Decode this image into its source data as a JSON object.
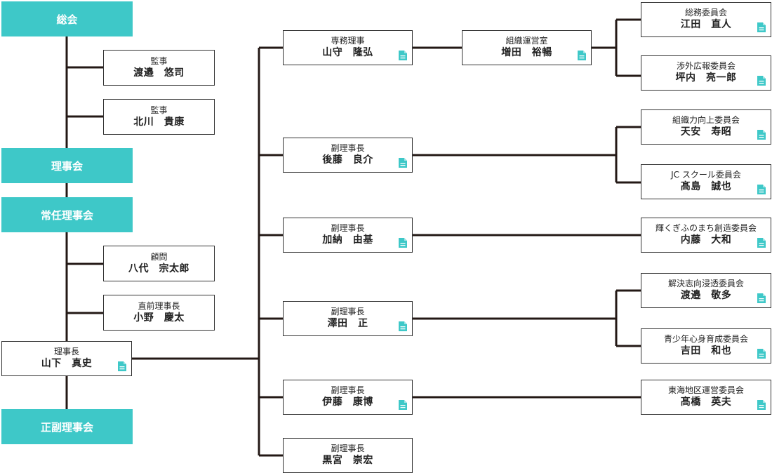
{
  "colors": {
    "accent": "#3ec8c8",
    "line": "#231815"
  },
  "meetings": {
    "soukai": "総会",
    "rijikai": "理事会",
    "jonin": "常任理事会",
    "seifuku": "正副理事会"
  },
  "left": {
    "kanji1": {
      "role": "監事",
      "name": "渡邉　悠司"
    },
    "kanji2": {
      "role": "監事",
      "name": "北川　貴康"
    },
    "komon": {
      "role": "顧問",
      "name": "八代　宗太郎"
    },
    "chokuzen": {
      "role": "直前理事長",
      "name": "小野　慶太"
    },
    "rijicho": {
      "role": "理事長",
      "name": "山下　真史"
    }
  },
  "middle": {
    "senmu": {
      "role": "専務理事",
      "name": "山守　隆弘"
    },
    "fuku1": {
      "role": "副理事長",
      "name": "後藤　良介"
    },
    "fuku2": {
      "role": "副理事長",
      "name": "加納　由基"
    },
    "fuku3": {
      "role": "副理事長",
      "name": "澤田　正"
    },
    "fuku4": {
      "role": "副理事長",
      "name": "伊藤　康博"
    },
    "fuku5": {
      "role": "副理事長",
      "name": "黒宮　崇宏"
    }
  },
  "office": {
    "role": "組織運営室",
    "name": "増田　裕暢"
  },
  "committees": {
    "c1": {
      "role": "総務委員会",
      "name": "江田　直人"
    },
    "c2": {
      "role": "渉外広報委員会",
      "name": "坪内　亮一郎"
    },
    "c3": {
      "role": "組織力向上委員会",
      "name": "天安　寿昭"
    },
    "c4": {
      "role": "JC スクール委員会",
      "name": "髙島　誠也"
    },
    "c5": {
      "role": "輝くぎふのまち創造委員会",
      "name": "内藤　大和"
    },
    "c6": {
      "role": "解決志向浸透委員会",
      "name": "渡邉　敬多"
    },
    "c7": {
      "role": "青少年心身育成委員会",
      "name": "吉田　和也"
    },
    "c8": {
      "role": "東海地区運営委員会",
      "name": "髙橋　英夫"
    }
  },
  "icons": {
    "document": "document-icon"
  }
}
